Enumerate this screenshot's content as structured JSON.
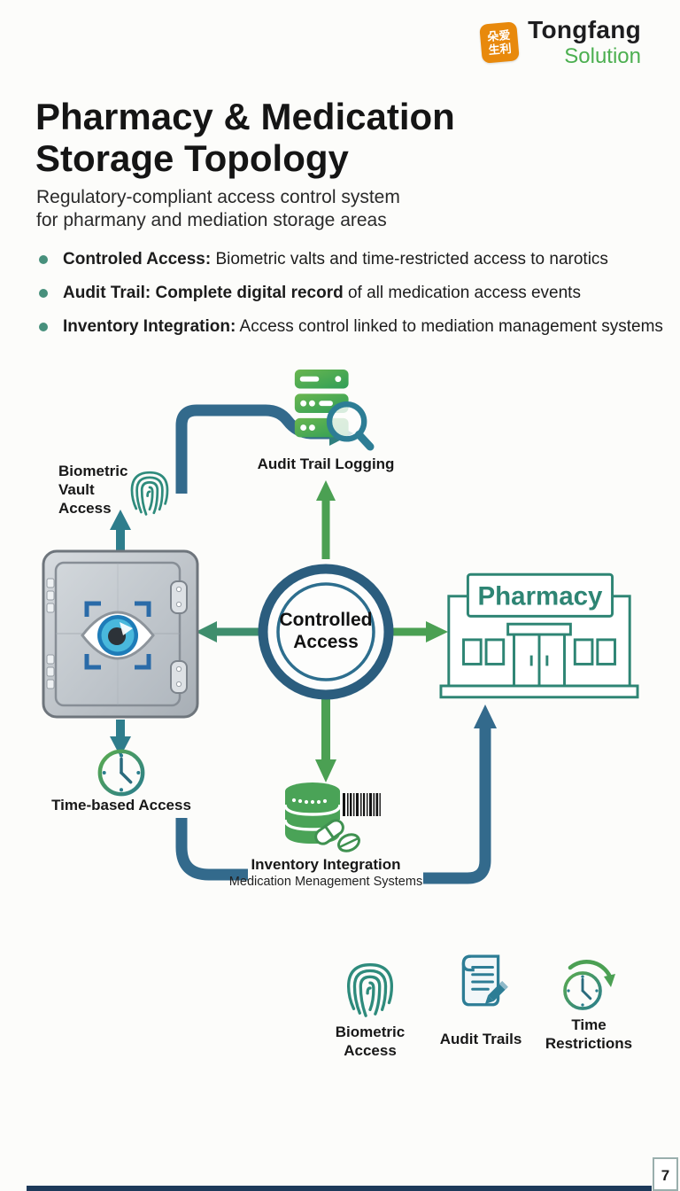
{
  "logo": {
    "badge_text_top": "朵爱",
    "badge_text_bottom": "生利",
    "brand": "Tongfang",
    "sub_brand": "Solution"
  },
  "header": {
    "title_line1": "Pharmacy & Medication",
    "title_line2": "Storage Topology",
    "subtitle_line1": "Regulatory-compliant access control system",
    "subtitle_line2": "for pharmany and mediation storage areas"
  },
  "bullets": [
    {
      "bold": "Controled Access:",
      "rest": " Biometric valts and time-restricted access to narotics"
    },
    {
      "bold": "Audit Trail: Complete digital record",
      "rest": " of all medication access events"
    },
    {
      "bold": "Inventory Integration:",
      "rest": " Access control linked to mediation management systems"
    }
  ],
  "diagram": {
    "audit_node_label": "Audit Trail Logging",
    "biometric_line1": "Biometric",
    "biometric_line2": "Vault",
    "biometric_line3": "Access",
    "center_line1": "Controlled",
    "center_line2": "Access",
    "pharmacy_sign": "Pharmacy",
    "time_node_label": "Time-based Access",
    "inventory_label": "Inventory Integration",
    "inventory_sublabel": "Medication Menagement Systems"
  },
  "features": {
    "biometric_line1": "Biometric",
    "biometric_line2": "Access",
    "audit_label": "Audit Trails",
    "time_line1": "Time",
    "time_line2": "Restrictions"
  },
  "footer": {
    "page_number": "7"
  },
  "colors": {
    "accent_green": "#4ba053",
    "accent_teal": "#2e7d8c",
    "steel_blue": "#336a8c",
    "pharmacy_teal": "#2e8574",
    "brand_green": "#4caf50",
    "badge_orange": "#e8890c",
    "bullet_dot": "#47907c",
    "footer_navy": "#1d3a5a"
  }
}
